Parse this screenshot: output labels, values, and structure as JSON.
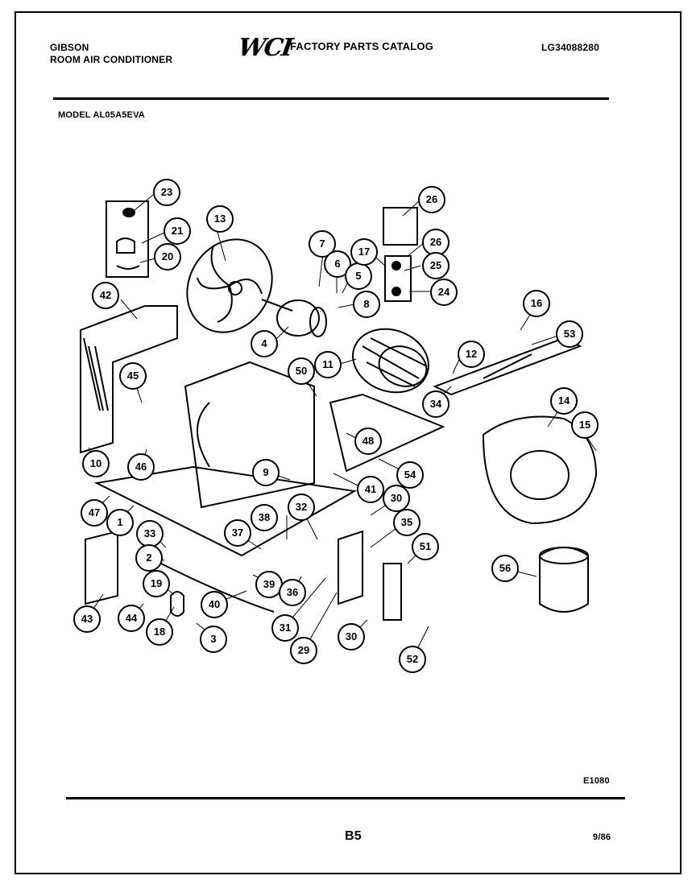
{
  "header": {
    "brand": "GIBSON",
    "product": "ROOM AIR CONDITIONER",
    "logo_text": "WCI",
    "catalog_title": "FACTORY PARTS CATALOG",
    "catalog_number": "LG34088280",
    "model_label": "MODEL AL05A5EVA"
  },
  "footer": {
    "drawing_code": "E1080",
    "page_label": "B5",
    "date": "9/86"
  },
  "callouts": [
    "23",
    "21",
    "20",
    "13",
    "7",
    "6",
    "5",
    "17",
    "26",
    "26",
    "25",
    "24",
    "8",
    "42",
    "4",
    "11",
    "16",
    "53",
    "12",
    "34",
    "45",
    "50",
    "14",
    "15",
    "48",
    "46",
    "10",
    "9",
    "54",
    "41",
    "30",
    "47",
    "1",
    "38",
    "32",
    "35",
    "33",
    "37",
    "51",
    "2",
    "39",
    "19",
    "36",
    "56",
    "43",
    "44",
    "40",
    "18",
    "3",
    "31",
    "29",
    "30",
    "52"
  ]
}
